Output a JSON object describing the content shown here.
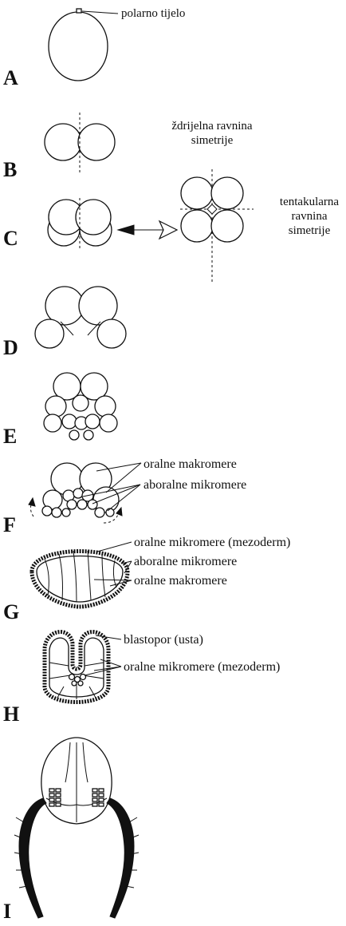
{
  "stages": [
    "A",
    "B",
    "C",
    "D",
    "E",
    "F",
    "G",
    "H",
    "I"
  ],
  "labels": {
    "polar_body": "polarno tijelo",
    "pharyngeal_plane_1": "ždrijelna ravnina",
    "pharyngeal_plane_2": "simetrije",
    "tentacular_plane_1": "tentakularna",
    "tentacular_plane_2": "ravnina",
    "tentacular_plane_3": "simetrije",
    "f_oral_macromeres": "oralne makromere",
    "f_aboral_micromeres": "aboralne mikromere",
    "g_oral_micromeres": "oralne mikromere (mezoderm)",
    "g_aboral_micromeres": "aboralne mikromere",
    "g_oral_macromeres": "oralne makromere",
    "h_blastopore": "blastopor (usta)",
    "h_oral_micromeres": "oralne mikromere (mezoderm)"
  },
  "colors": {
    "ink": "#111111",
    "background": "#ffffff"
  }
}
